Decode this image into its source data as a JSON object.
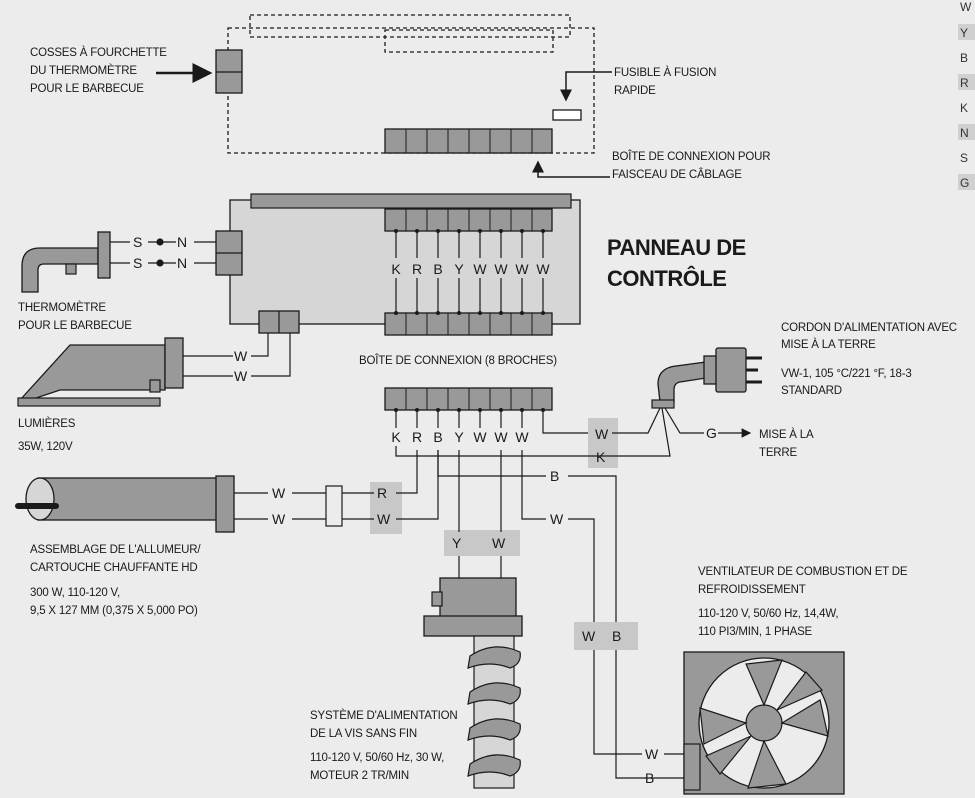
{
  "labels": {
    "thermometer_lugs": [
      "COSSES À FOURCHETTE",
      "DU THERMOMÈTRE",
      "POUR LE BARBECUE"
    ],
    "fuse": [
      "FUSIBLE À FUSION",
      "RAPIDE"
    ],
    "harness_box": [
      "BOÎTE DE CONNEXION POUR",
      "FAISCEAU DE CÂBLAGE"
    ],
    "control_panel": [
      "PANNEAU DE",
      "CONTRÔLE"
    ],
    "thermometer": [
      "THERMOMÈTRE",
      "POUR LE BARBECUE"
    ],
    "connection_box": "BOÎTE DE CONNEXION (8 BROCHES)",
    "power_cord": [
      "CORDON D'ALIMENTATION AVEC",
      "MISE À LA TERRE",
      "VW-1, 105 °C/221 °F, 18-3",
      "STANDARD"
    ],
    "lights": [
      "LUMIÈRES",
      "35W, 120V"
    ],
    "ground": [
      "MISE À LA",
      "TERRE"
    ],
    "igniter": [
      "ASSEMBLAGE DE L'ALLUMEUR/",
      "CARTOUCHE CHAUFFANTE HD",
      "300 W, 110-120 V,",
      "9,5 X 127 MM (0,375 X 5,000 PO)"
    ],
    "fan": [
      "VENTILATEUR DE COMBUSTION ET DE",
      "REFROIDISSEMENT",
      "110-120 V, 50/60 Hz, 14,4W,",
      "110 PI3/MIN, 1 PHASE"
    ],
    "auger": [
      "SYSTÈME D'ALIMENTATION",
      "DE LA VIS SANS FIN",
      "110-120 V, 50/60 Hz, 30 W,",
      "MOTEUR 2 TR/MIN"
    ]
  },
  "wire_letters": {
    "panel_pins": [
      "K",
      "R",
      "B",
      "Y",
      "W",
      "W",
      "W",
      "W"
    ],
    "box_pins": [
      "K",
      "R",
      "B",
      "Y",
      "W",
      "W",
      "W"
    ],
    "sensor_s": "S",
    "sensor_n": "N",
    "w": "W",
    "r": "R",
    "b": "B",
    "k": "K",
    "y": "Y",
    "g": "G"
  },
  "legend_letters": [
    "W",
    "Y",
    "B",
    "R",
    "K",
    "N",
    "S",
    "G"
  ],
  "colors": {
    "ink": "#1a1a1a",
    "box_fill": "#999999",
    "panel_fill": "#d6d6d6",
    "tag_fill": "#c8c8c8",
    "background": "#ececec"
  }
}
